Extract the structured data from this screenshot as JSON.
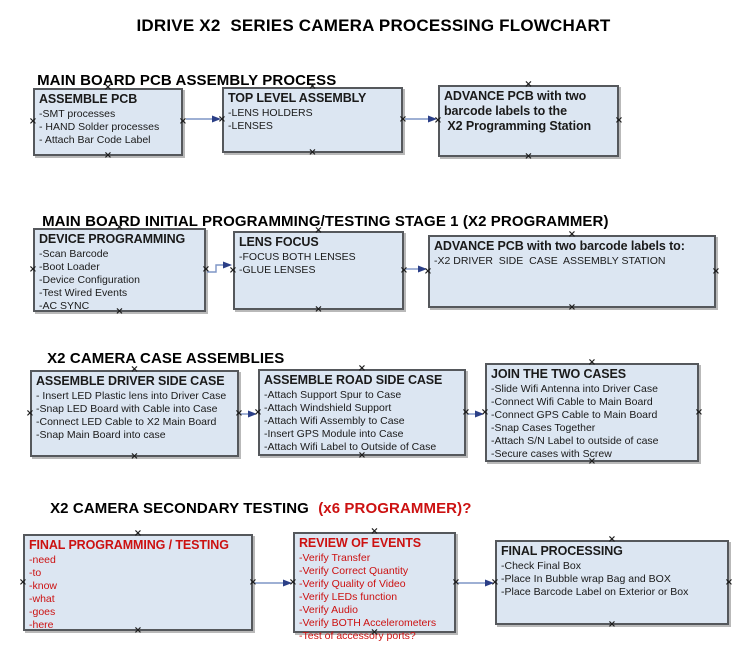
{
  "title": "IDRIVE X2  SERIES CAMERA PROCESSING FLOWCHART",
  "palette": {
    "box_fill": "#dce6f2",
    "box_border": "#55585c",
    "arrow_line": "#7e95c6",
    "arrow_head": "#2b3f87",
    "red_text": "#cc1111",
    "black_text": "#1a1a1a"
  },
  "sections": [
    {
      "heading": "MAIN BOARD PCB ASSEMBLY PROCESS",
      "heading_red": "",
      "boxes": [
        {
          "title": "ASSEMBLE PCB",
          "lines": [
            "-SMT processes",
            "- HAND Solder processes",
            "- Attach Bar Code Label"
          ]
        },
        {
          "title": "TOP LEVEL ASSEMBLY",
          "lines": [
            "-LENS HOLDERS",
            "-LENSES"
          ]
        },
        {
          "title": "ADVANCE PCB with two\nbarcode labels to the\n X2 Programming Station",
          "lines": []
        }
      ]
    },
    {
      "heading": "MAIN BOARD INITIAL PROGRAMMING/TESTING STAGE 1 (X2 PROGRAMMER)",
      "heading_red": "",
      "boxes": [
        {
          "title": "DEVICE PROGRAMMING",
          "lines": [
            "-Scan Barcode",
            "-Boot Loader",
            "-Device Configuration",
            "-Test Wired Events",
            "-AC SYNC"
          ]
        },
        {
          "title": "LENS FOCUS",
          "lines": [
            "-FOCUS BOTH LENSES",
            "-GLUE LENSES"
          ]
        },
        {
          "title": "ADVANCE PCB with two barcode labels to:",
          "lines": [
            "-X2 DRIVER  SIDE  CASE  ASSEMBLY STATION"
          ]
        }
      ]
    },
    {
      "heading": "X2 CAMERA CASE ASSEMBLIES",
      "heading_red": "",
      "boxes": [
        {
          "title": "ASSEMBLE DRIVER SIDE CASE",
          "lines": [
            "- Insert LED Plastic lens into Driver Case",
            "-Snap LED Board with Cable into Case",
            "-Connect LED Cable to X2 Main Board",
            "-Snap Main Board into case"
          ]
        },
        {
          "title": "ASSEMBLE ROAD SIDE CASE",
          "lines": [
            "-Attach Support Spur to Case",
            "-Attach Windshield Support",
            "-Attach Wifi Assembly to Case",
            "-Insert GPS Module into Case",
            "-Attach Wifi Label to Outside of Case"
          ]
        },
        {
          "title": "JOIN THE TWO CASES",
          "lines": [
            "-Slide Wifi Antenna into Driver Case",
            "-Connect Wifi Cable to Main Board",
            "-Connect GPS Cable to Main Board",
            "-Snap Cases Together",
            "-Attach S/N Label to outside of case",
            "-Secure cases with Screw"
          ]
        }
      ]
    },
    {
      "heading": "X2 CAMERA SECONDARY TESTING",
      "heading_red": " (x6 PROGRAMMER)?",
      "boxes": [
        {
          "title": "FINAL PROGRAMMING / TESTING",
          "lines": [
            "-need",
            "-to",
            "-know",
            "-what",
            "-goes",
            "-here"
          ]
        },
        {
          "title": "REVIEW OF EVENTS",
          "lines": [
            "-Verify Transfer",
            "-Verify Correct Quantity",
            "-Verify Quality of Video",
            "-Verify LEDs function",
            "-Verify Audio",
            "-Verify BOTH Accelerometers",
            "-Test of accessory ports?"
          ]
        },
        {
          "title": "FINAL PROCESSING",
          "lines": [
            "-Check Final Box",
            "-Place In Bubble wrap Bag and BOX",
            "-Place Barcode Label on Exterior or Box"
          ]
        }
      ]
    }
  ]
}
